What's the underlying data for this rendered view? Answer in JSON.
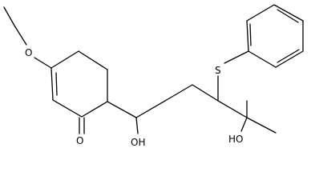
{
  "molecule": {
    "atoms": {
      "ether_oxygen": "O",
      "ketone_oxygen": "O",
      "hydroxyl_1": "OH",
      "hydroxyl_2": "HO",
      "sulfur": "S"
    },
    "colors": {
      "bond": "#000000",
      "label": "#000000",
      "background": "#ffffff"
    }
  }
}
